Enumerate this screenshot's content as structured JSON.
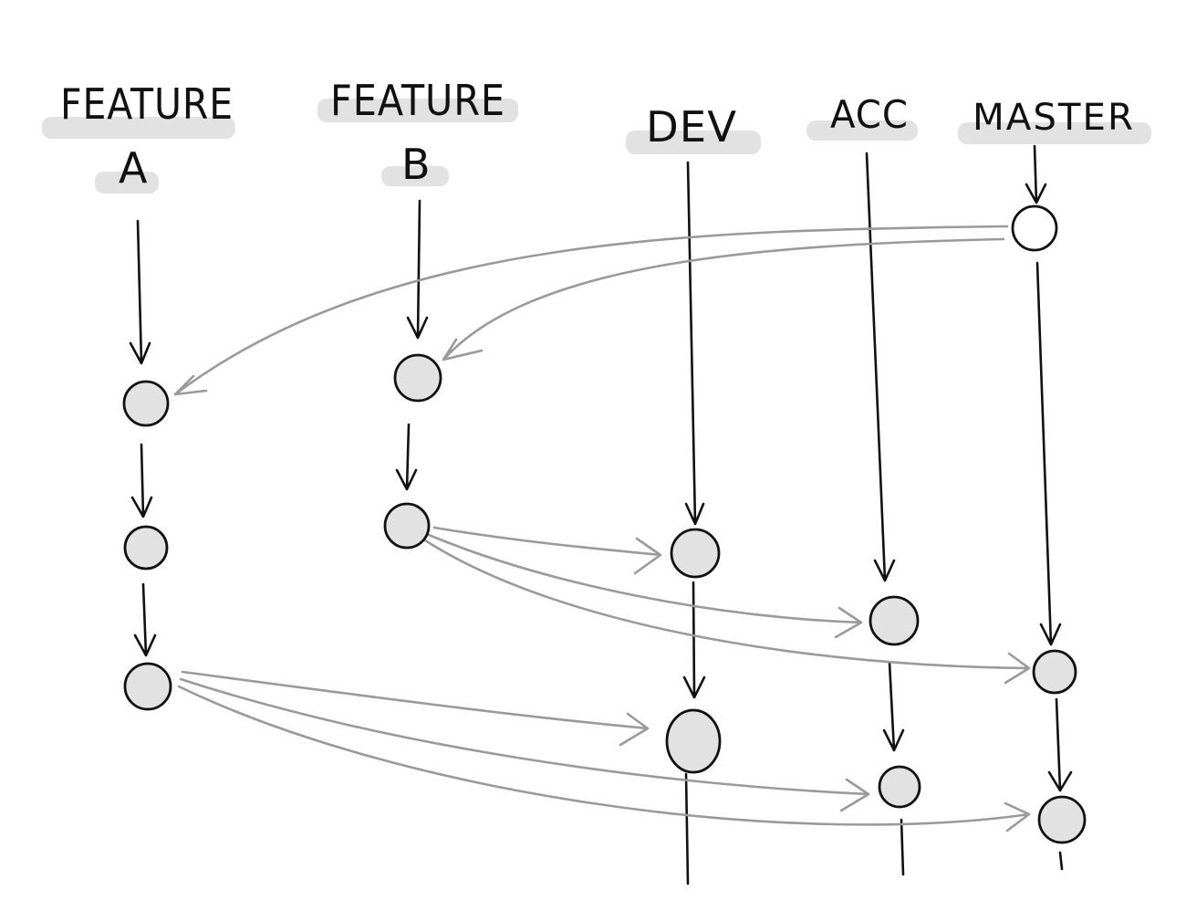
{
  "branches": {
    "feature_a": {
      "line1": "FEATURE",
      "line2": "A"
    },
    "feature_b": {
      "line1": "FEATURE",
      "line2": "B"
    },
    "dev": {
      "label": "DEV"
    },
    "acc": {
      "label": "ACC"
    },
    "master": {
      "label": "MASTER"
    }
  },
  "colors": {
    "ink": "#111111",
    "merge_arrow": "#9a9a9a",
    "highlight": "#e2e2e2",
    "background": "#ffffff"
  }
}
